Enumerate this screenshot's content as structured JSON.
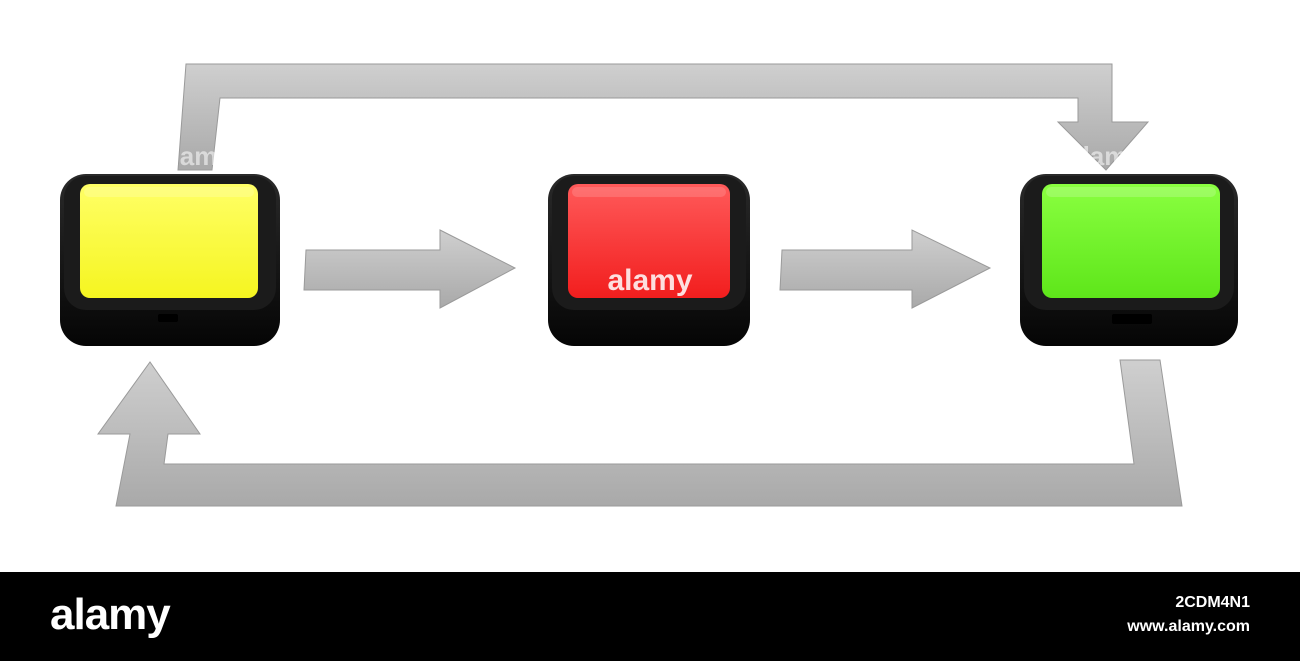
{
  "diagram": {
    "boxes": [
      {
        "id": "first",
        "color": "#f5f520",
        "color_light": "#ffff66"
      },
      {
        "id": "second",
        "color": "#f21e1e",
        "color_light": "#ff5a5a"
      },
      {
        "id": "third",
        "color": "#5ee61a",
        "color_light": "#8aff40"
      }
    ],
    "connections": [
      {
        "from": "first",
        "to": "second",
        "route": "straight"
      },
      {
        "from": "second",
        "to": "third",
        "route": "straight"
      },
      {
        "from": "first",
        "to": "third",
        "route": "loop-over-top"
      },
      {
        "from": "third",
        "to": "first",
        "route": "loop-under-bottom"
      }
    ],
    "colors": {
      "arrow": "#bdbdbd",
      "box_frame": "#111111"
    },
    "watermark": "alamy"
  },
  "footer": {
    "logo": "alamy",
    "image_id": "2CDM4N1",
    "url": "www.alamy.com"
  }
}
